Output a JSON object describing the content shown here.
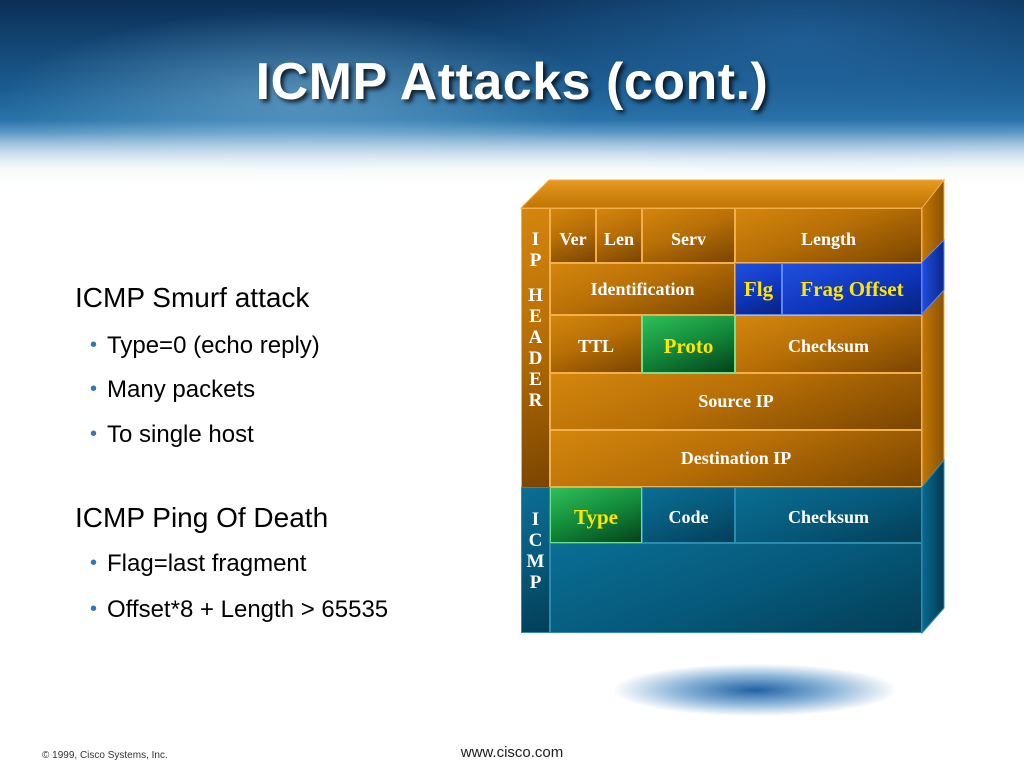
{
  "slide": {
    "title": "ICMP Attacks (cont.)",
    "sections": [
      {
        "heading": "ICMP Smurf attack",
        "bullets": [
          "Type=0 (echo reply)",
          "Many packets",
          "To single host"
        ]
      },
      {
        "heading": "ICMP Ping Of Death",
        "bullets": [
          "Flag=last fragment",
          "Offset*8 + Length > 65535"
        ]
      }
    ],
    "footer": {
      "copyright": "© 1999, Cisco Systems, Inc.",
      "url": "www.cisco.com"
    }
  },
  "diagram": {
    "ip_header_label": [
      "I",
      "P",
      "H",
      "E",
      "A",
      "D",
      "E",
      "R"
    ],
    "icmp_label": [
      "I",
      "C",
      "M",
      "P"
    ],
    "ip_rows": {
      "row1": [
        "Ver",
        "Len",
        "Serv",
        "Length"
      ],
      "row2": [
        "Identification",
        "Flg",
        "Frag Offset"
      ],
      "row3": [
        "TTL",
        "Proto",
        "Checksum"
      ],
      "row4": [
        "Source IP"
      ],
      "row5": [
        "Destination IP"
      ]
    },
    "icmp_row": [
      "Type",
      "Code",
      "Checksum"
    ],
    "colors": {
      "ip_fill": "#c67a08",
      "icmp_fill": "#065a7c",
      "highlight_green": "#138a3a",
      "highlight_blue": "#0d34b8",
      "highlight_text": "#ffe600"
    }
  }
}
